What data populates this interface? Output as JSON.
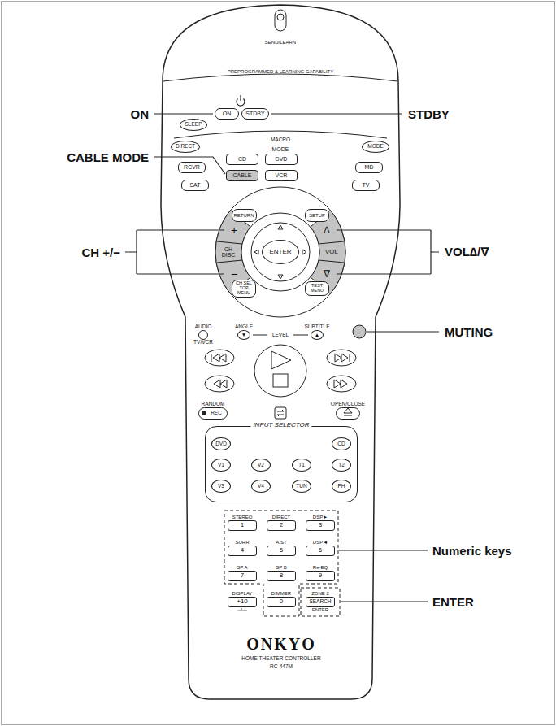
{
  "diagram": {
    "nodes": [
      {
        "text": [
          "SEND/LEARN",
          "PREPROGRAMMED & LEARNING CAPABILITY",
          "MACRO",
          "MODE",
          "LEVEL",
          "ONKYO",
          "HOME THEATER CONTROLLER",
          "RC-447M"
        ]
      },
      {
        "text": [
          "SLEEP"
        ],
        "in": 0
      },
      {
        "text": [
          "ON"
        ],
        "in": 0
      },
      {
        "text": [
          "STDBY"
        ],
        "in": 0
      },
      {
        "text": [
          "DIRECT"
        ],
        "in": 0
      },
      {
        "text": [
          "MODE"
        ],
        "in": 0
      },
      {
        "text": [
          "RCVR"
        ],
        "in": 0
      },
      {
        "text": [
          "CD"
        ],
        "in": 0
      },
      {
        "text": [
          "DVD"
        ],
        "in": 0
      },
      {
        "text": [
          "MD"
        ],
        "in": 0
      },
      {
        "text": [
          "SAT"
        ],
        "in": 0
      },
      {
        "text": [
          "CABLE"
        ],
        "in": 0
      },
      {
        "text": [
          "VCR"
        ],
        "in": 0
      },
      {
        "text": [
          "TV"
        ],
        "in": 0
      },
      {
        "text": [
          "RETURN"
        ],
        "in": 0
      },
      {
        "text": [
          "SETUP"
        ],
        "in": 0
      },
      {
        "text": [
          "+"
        ],
        "in": 0
      },
      {
        "text": [
          "∆"
        ],
        "in": 0
      },
      {
        "text": [
          "CH DISC"
        ],
        "in": 0
      },
      {
        "text": [
          "ENTER"
        ],
        "in": 0
      },
      {
        "text": [
          "VOL"
        ],
        "in": 0
      },
      {
        "text": [
          "−"
        ],
        "in": 0
      },
      {
        "text": [
          "∇"
        ],
        "in": 0
      },
      {
        "text": [
          "CH SEL TOP MENU"
        ],
        "in": 0
      },
      {
        "text": [
          "TEST MENU"
        ],
        "in": 0
      },
      {
        "text": [
          "AUDIO",
          "TV/VCR"
        ],
        "in": 0
      },
      {
        "text": [
          "ANGLE",
          "▼"
        ],
        "in": 0
      },
      {
        "text": [
          "SUBTITLE",
          "▲"
        ],
        "in": 0
      },
      {
        "text": [
          "RANDOM",
          "REC"
        ],
        "in": 0
      },
      {
        "text": [
          "OPEN/CLOSE"
        ],
        "in": 0
      },
      {
        "text": [
          "INPUT SELECTOR"
        ],
        "in": 0
      },
      {
        "text": [
          "DVD"
        ],
        "in": 30
      },
      {
        "text": [
          "CD"
        ],
        "in": 30
      },
      {
        "text": [
          "V1"
        ],
        "in": 30
      },
      {
        "text": [
          "V2"
        ],
        "in": 30
      },
      {
        "text": [
          "T1"
        ],
        "in": 30
      },
      {
        "text": [
          "T2"
        ],
        "in": 30
      },
      {
        "text": [
          "V3"
        ],
        "in": 30
      },
      {
        "text": [
          "V4"
        ],
        "in": 30
      },
      {
        "text": [
          "TUN"
        ],
        "in": 30
      },
      {
        "text": [
          "PH"
        ],
        "in": 30
      },
      {
        "text": [
          "STEREO",
          "1"
        ],
        "in": 0
      },
      {
        "text": [
          "DIRECT",
          "2"
        ],
        "in": 0
      },
      {
        "text": [
          "DSP►",
          "3"
        ],
        "in": 0
      },
      {
        "text": [
          "SURR",
          "4"
        ],
        "in": 0
      },
      {
        "text": [
          "A.ST",
          "5"
        ],
        "in": 0
      },
      {
        "text": [
          "DSP◄",
          "6"
        ],
        "in": 0
      },
      {
        "text": [
          "SP A",
          "7"
        ],
        "in": 0
      },
      {
        "text": [
          "SP B",
          "8"
        ],
        "in": 0
      },
      {
        "text": [
          "Re-EQ",
          "9"
        ],
        "in": 0
      },
      {
        "text": [
          "DISPLAY",
          "+10",
          "--/---"
        ],
        "in": 0
      },
      {
        "text": [
          "DIMMER",
          "0"
        ],
        "in": 0
      },
      {
        "text": [
          "ZONE 2",
          "SEARCH",
          "ENTER"
        ],
        "in": 0
      }
    ],
    "labels": [
      "ON",
      "STDBY",
      "CABLE MODE",
      "CH +/−",
      "VOL∆/∇",
      "MUTING",
      "Numeric keys",
      "ENTER"
    ]
  }
}
